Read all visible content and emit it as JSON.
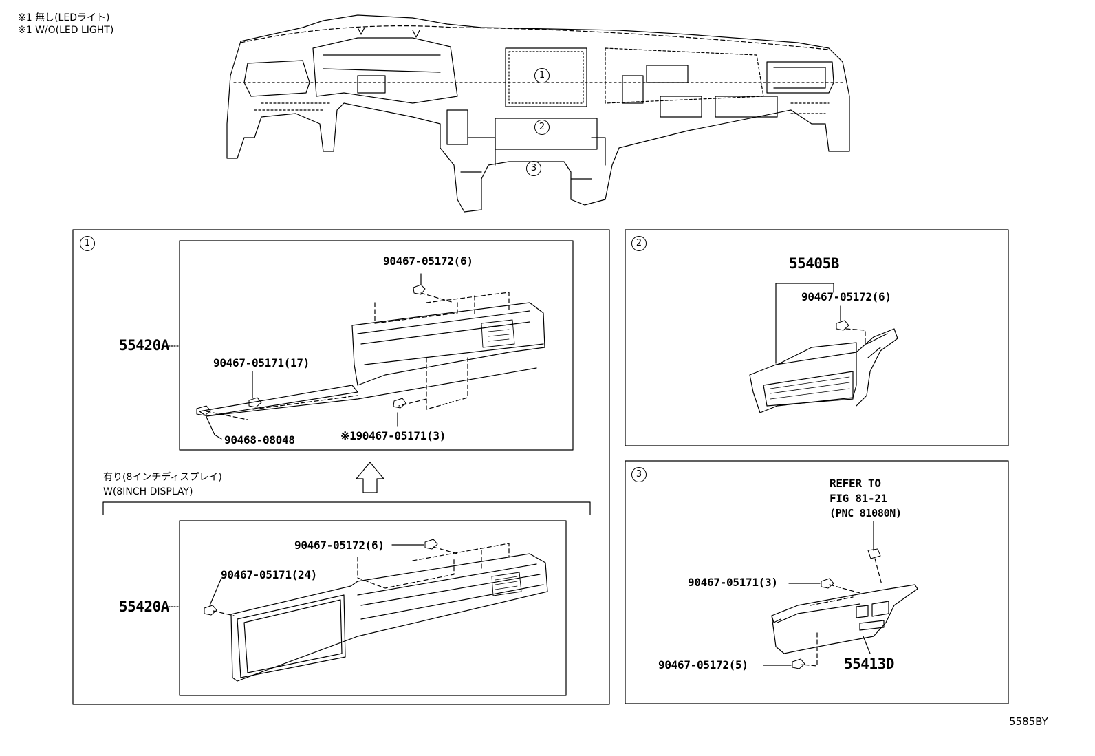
{
  "notes": [
    "※1 無し(LEDライト)",
    "※1 W/O(LED LIGHT)"
  ],
  "overview_callouts": [
    "1",
    "2",
    "3"
  ],
  "panels": [
    {
      "number": "1"
    },
    {
      "number": "2"
    },
    {
      "number": "3"
    }
  ],
  "panel1_upper": {
    "part_main": "55420A",
    "clip_a": "90467-05172(6)",
    "clip_b": "90467-05171(17)",
    "clip_c": "90468-08048",
    "clip_d": "※190467-05171(3)"
  },
  "variant": {
    "jp": "有り(8インチディスプレイ)",
    "en": "W(8INCH DISPLAY)"
  },
  "panel1_lower": {
    "part_main": "55420A",
    "clip_a": "90467-05172(6)",
    "clip_b": "90467-05171(24)"
  },
  "panel2": {
    "part_main": "55405B",
    "clip_a": "90467-05172(6)"
  },
  "panel3": {
    "refer": [
      "REFER TO",
      "FIG 81-21",
      "(PNC 81080N)"
    ],
    "clip_a": "90467-05171(3)",
    "clip_b": "90467-05172(5)",
    "part_main": "55413D"
  },
  "figure_code": "5585BY"
}
